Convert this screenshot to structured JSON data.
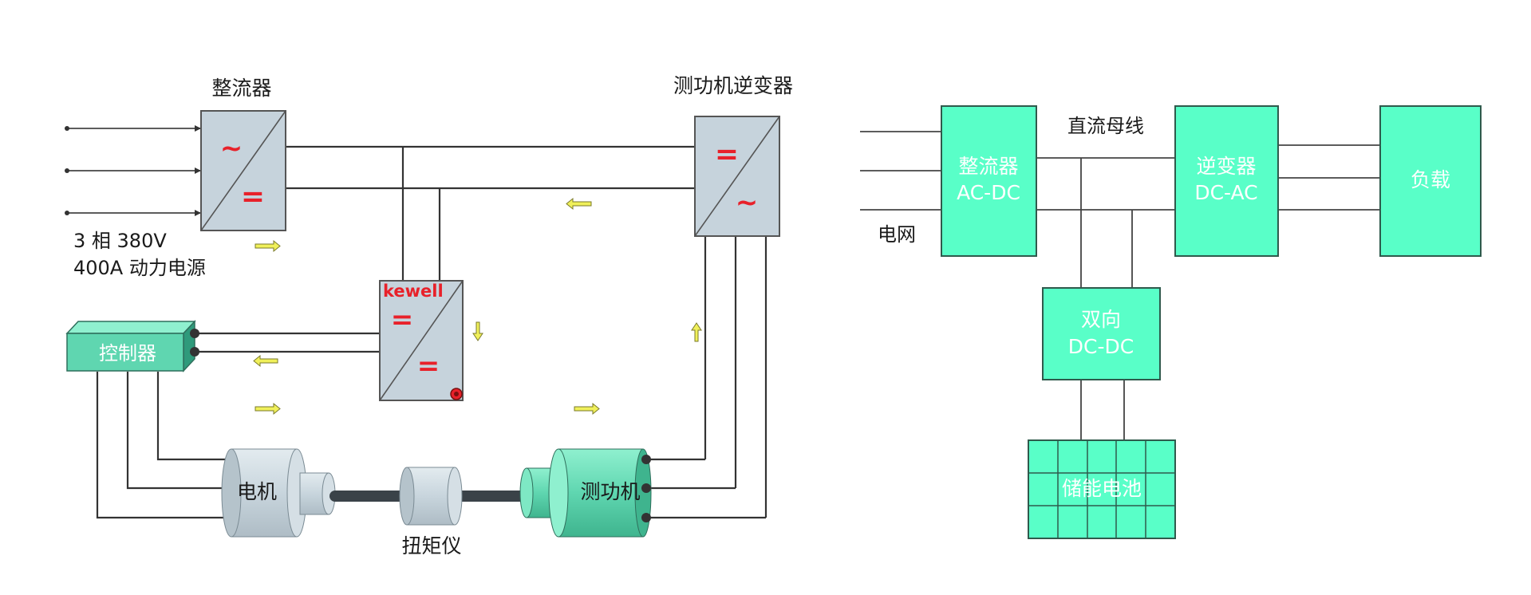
{
  "left": {
    "rectifier_label": "整流器",
    "inverter_label": "测功机逆变器",
    "power_line1": "3 相 380V",
    "power_line2": "400A 动力电源",
    "brand": "kewell",
    "controller": "控制器",
    "motor": "电机",
    "torque_meter": "扭矩仪",
    "dynamometer": "测功机",
    "ac_symbol": "~",
    "dc_symbol": "="
  },
  "right": {
    "grid_label": "电网",
    "bus_label": "直流母线",
    "rectifier_line1": "整流器",
    "rectifier_line2": "AC-DC",
    "inverter_line1": "逆变器",
    "inverter_line2": "DC-AC",
    "load": "负载",
    "bidirectional_line1": "双向",
    "bidirectional_line2": "DC-DC",
    "storage": "储能电池"
  },
  "colors": {
    "converter_fill": "#c6d3dc",
    "teal_fill": "#59ffc8",
    "symbol_red": "#e8212a",
    "arrow_yellow": "#f0f05a"
  }
}
